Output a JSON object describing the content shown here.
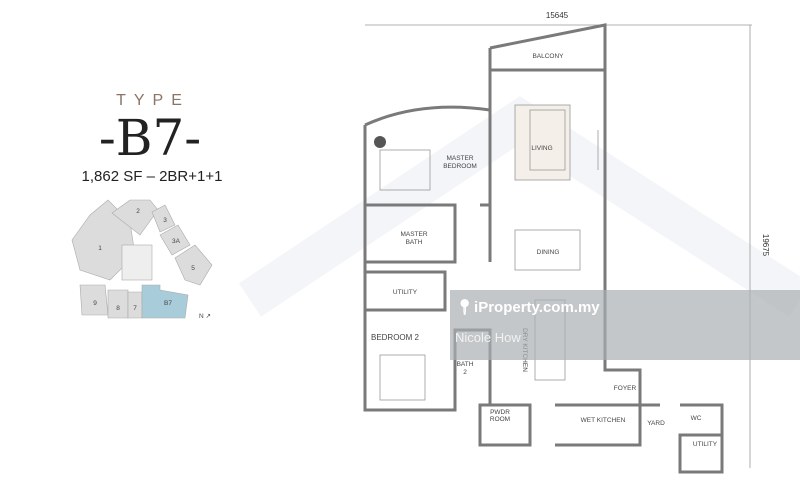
{
  "header": {
    "type_label": "TYPE",
    "unit_code": "-B7-",
    "spec": "1,862 SF – 2BR+1+1"
  },
  "key_plan": {
    "units": [
      "1",
      "2",
      "3",
      "3A",
      "5",
      "9",
      "8",
      "7",
      "B7"
    ],
    "highlight_color": "#a9ccdb"
  },
  "dimensions": {
    "width": "15645",
    "depth": "19675"
  },
  "rooms": {
    "balcony": "BALCONY",
    "living": "LIVING",
    "master_bedroom": [
      "MASTER",
      "BEDROOM"
    ],
    "master_bath": [
      "MASTER",
      "BATH"
    ],
    "dining": "DINING",
    "utility": "UTILITY",
    "bedroom2": "BEDROOM 2",
    "bath2": [
      "BATH",
      "2"
    ],
    "dry_kitchen": "DRY KITCHEN",
    "foyer": "FOYER",
    "pwdr_room": [
      "PWDR",
      "ROOM"
    ],
    "wet_kitchen": "WET KITCHEN",
    "yard": "YARD",
    "wc": "WC",
    "utility2": "UTILITY"
  },
  "watermark": {
    "brand": "iProperty.com.my",
    "user": "Nicole How",
    "icon": "location-pin-icon"
  }
}
